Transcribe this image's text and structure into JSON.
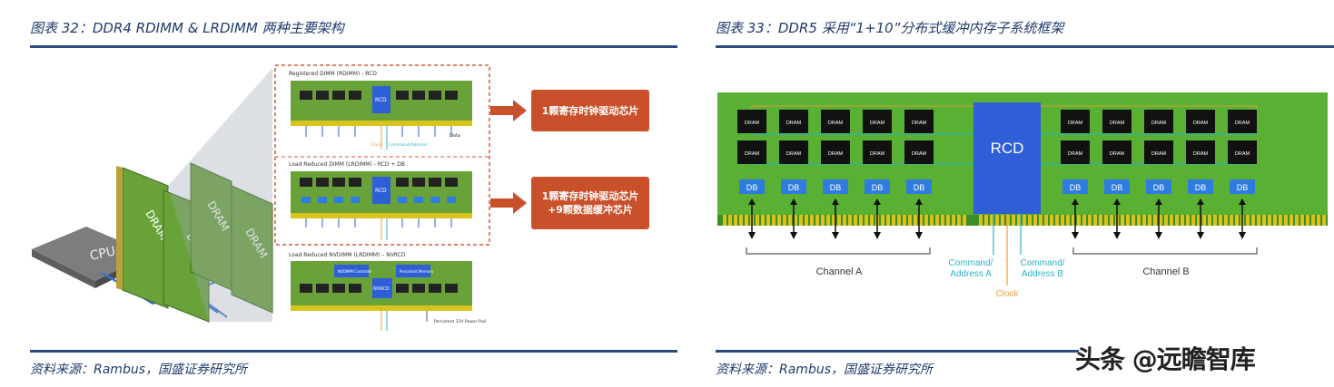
{
  "left_figure": {
    "title": "图表 32：DDR4 RDIMM & LRDIMM 两种主要架构",
    "source": "资料来源：Rambus，国盛证券研究所",
    "diagram": {
      "cpu_label": "CPU",
      "dimm_label": "DRAM",
      "rdimm_title": "Registered DIMM (RDIMM) - RCD",
      "lrdimm_title": "Load Reduced DIMM (LRDIMM) - RCD + DB",
      "nvdimm_title": "Load Reduced NVDIMM (LRDIMM) – NVRCD",
      "chip_label": "DRAM",
      "rcd_label": "RCD",
      "nvrcd_label": "NVRCD",
      "nvdimm_controller": "NVDIMM Controller",
      "persistent_memory": "Persistent Memory",
      "data_label": "Data",
      "clock_label": "Clock",
      "command_label": "Command/Address",
      "power_rail_label": "Persistent 12V Power Rail",
      "callout_rdimm": "1颗寄存时钟驱动芯片",
      "callout_lrdimm_line1": "1颗寄存时钟驱动芯片",
      "callout_lrdimm_line2": "+9颗数据缓冲芯片"
    }
  },
  "right_figure": {
    "title": "图表 33：DDR5 采用“1+10”分布式缓冲内存子系统框架",
    "source": "资料来源：Rambus，国盛证券研究所",
    "diagram": {
      "rcd_label": "RCD",
      "dram_label": "DRAM",
      "db_label": "DB",
      "channel_a": "Channel A",
      "channel_b": "Channel B",
      "cmd_a_line1": "Command/",
      "cmd_a_line2": "Address A",
      "cmd_b_line1": "Command/",
      "cmd_b_line2": "Address B",
      "clock_label": "Clock"
    }
  },
  "watermark": "头条 @远瞻智库",
  "colors": {
    "title_text": "#1f3a6b",
    "rule": "#2b4a7a",
    "pcb_green": "#5ab033",
    "pcb_dark": "#3f8d27",
    "chip_black": "#111111",
    "rcd_blue": "#2e5fd6",
    "db_blue": "#2f7ce0",
    "gold_pins": "#d7c31b",
    "callout": "#c8502b",
    "clock_orange": "#f2a03a",
    "cmd_teal": "#2ab3c9"
  }
}
